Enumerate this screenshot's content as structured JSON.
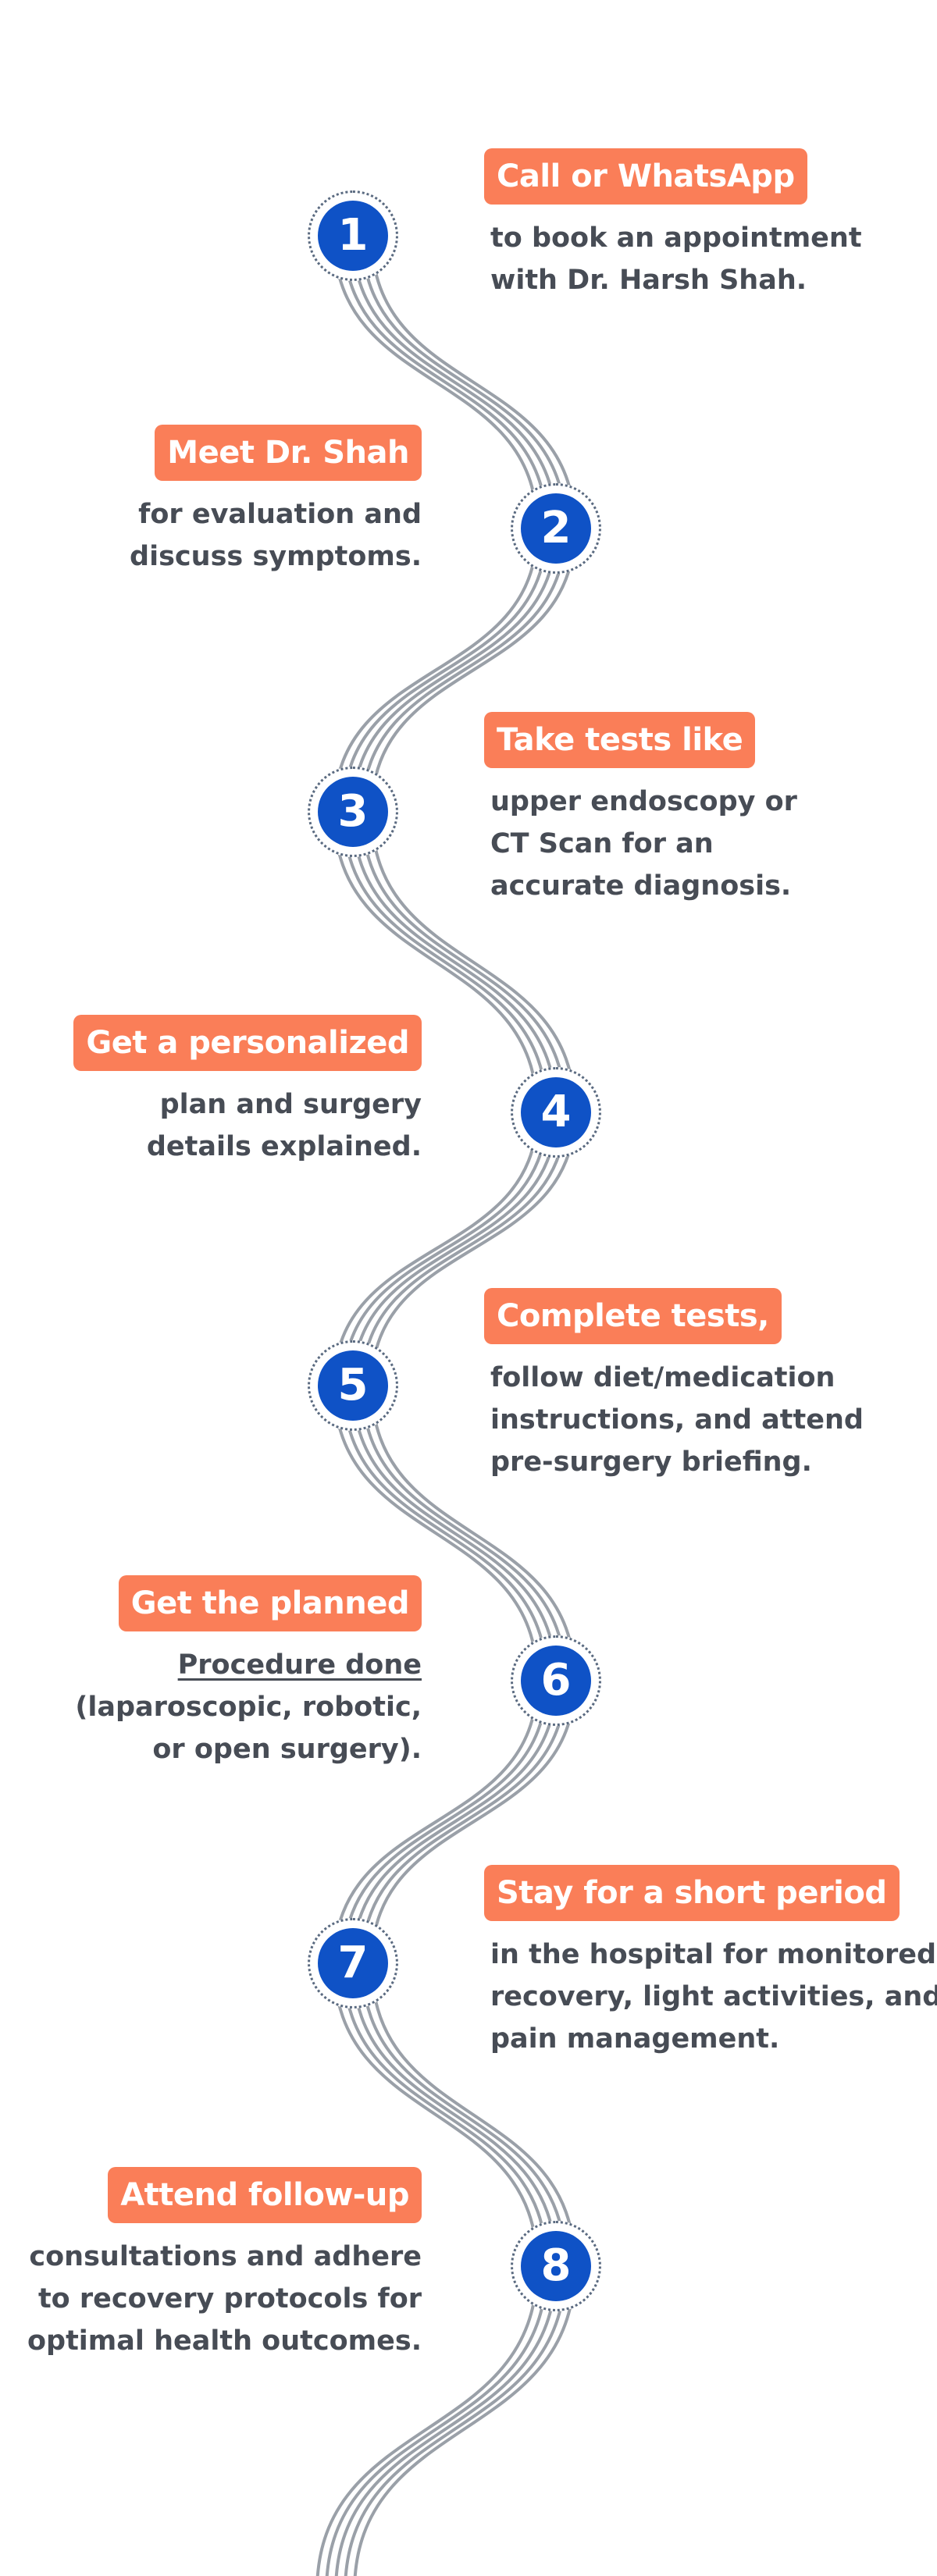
{
  "colors": {
    "accent": "#fa7e58",
    "circle": "#0f52c6",
    "text": "#474c55",
    "wave": "#9aa0a8"
  },
  "steps": [
    {
      "number": "1",
      "title": "Call or WhatsApp",
      "desc": [
        "to book an appointment",
        "with Dr. Harsh Shah."
      ]
    },
    {
      "number": "2",
      "title": "Meet Dr. Shah",
      "desc": [
        "for evaluation and",
        "discuss symptoms."
      ]
    },
    {
      "number": "3",
      "title": "Take tests like",
      "desc": [
        "upper endoscopy or",
        "CT Scan for an",
        "accurate diagnosis."
      ]
    },
    {
      "number": "4",
      "title": "Get a personalized",
      "desc": [
        "plan and surgery",
        "details explained."
      ]
    },
    {
      "number": "5",
      "title": "Complete tests,",
      "desc": [
        "follow diet/medication",
        "instructions, and attend",
        "pre-surgery briefing."
      ]
    },
    {
      "number": "6",
      "title": "Get the planned",
      "desc": [
        "Procedure done",
        "(laparoscopic, robotic,",
        "or open surgery)."
      ]
    },
    {
      "number": "7",
      "title": "Stay for a short period",
      "desc": [
        "in the hospital for monitored",
        "recovery, light activities, and",
        "pain management."
      ]
    },
    {
      "number": "8",
      "title": "Attend follow-up",
      "desc": [
        "consultations and adhere",
        "to recovery protocols for",
        "optimal health outcomes."
      ]
    }
  ]
}
